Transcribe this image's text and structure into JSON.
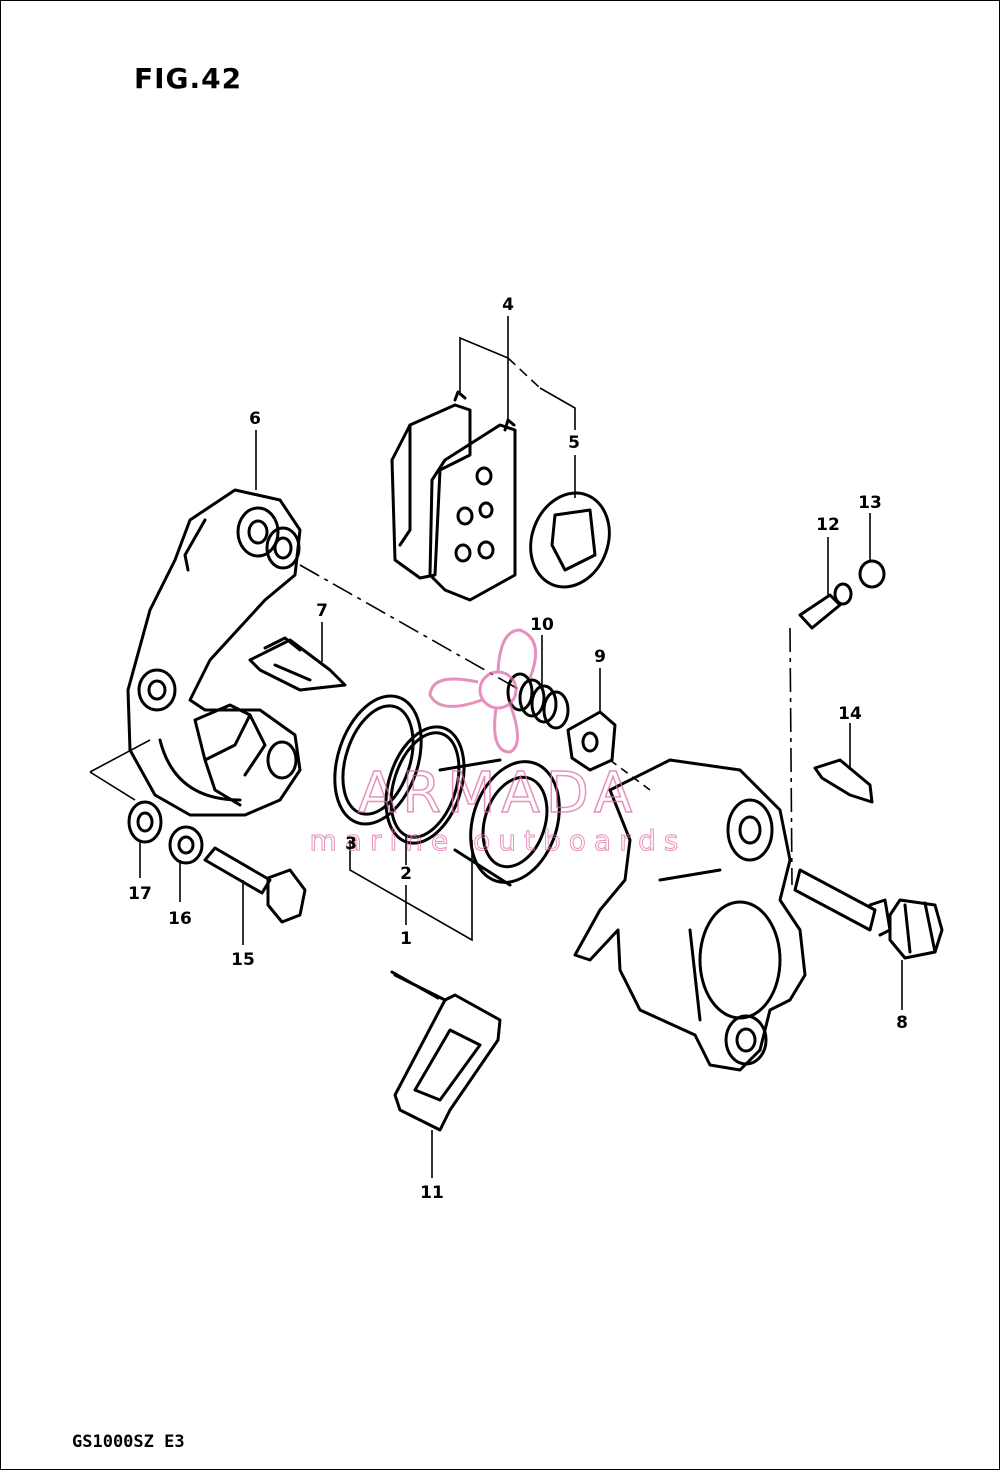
{
  "figure": {
    "title": "FIG.42"
  },
  "model": {
    "code": "GS1000SZ  E3"
  },
  "watermark": {
    "brand": "ARMADA",
    "tagline": "marine outboards",
    "color": "#e06aa8"
  },
  "callouts": [
    {
      "id": "1",
      "label": "1"
    },
    {
      "id": "2",
      "label": "2"
    },
    {
      "id": "3",
      "label": "3"
    },
    {
      "id": "4",
      "label": "4"
    },
    {
      "id": "5",
      "label": "5"
    },
    {
      "id": "6",
      "label": "6"
    },
    {
      "id": "7",
      "label": "7"
    },
    {
      "id": "8",
      "label": "8"
    },
    {
      "id": "9",
      "label": "9"
    },
    {
      "id": "10",
      "label": "10"
    },
    {
      "id": "11",
      "label": "11"
    },
    {
      "id": "12",
      "label": "12"
    },
    {
      "id": "13",
      "label": "13"
    },
    {
      "id": "14",
      "label": "14"
    },
    {
      "id": "15",
      "label": "15"
    },
    {
      "id": "16",
      "label": "16"
    },
    {
      "id": "17",
      "label": "17"
    }
  ]
}
